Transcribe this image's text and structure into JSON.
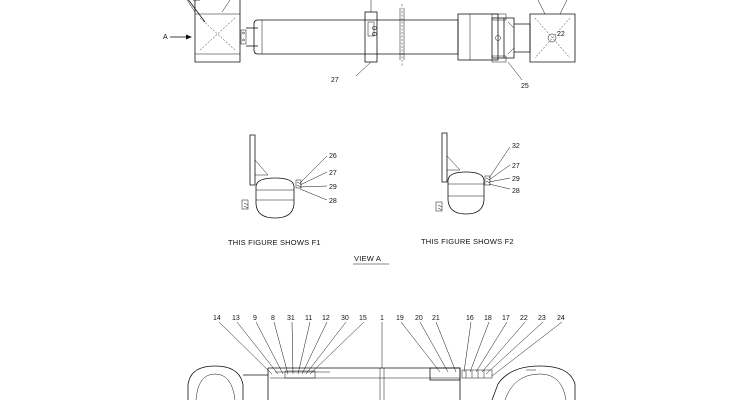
{
  "top_view": {
    "arrow_label": "A",
    "callouts": {
      "c22": "22",
      "c27": "27",
      "c25": "25"
    }
  },
  "view_a": {
    "f1_callouts": [
      "26",
      "27",
      "29",
      "28"
    ],
    "f2_callouts": [
      "32",
      "27",
      "29",
      "28"
    ],
    "caption_f1": "THIS FIGURE SHOWS   F1",
    "caption_f2": "THIS FIGURE SHOWS   F2",
    "title": "VIEW   A"
  },
  "section_view": {
    "callouts": [
      "14",
      "13",
      "9",
      "8",
      "31",
      "11",
      "12",
      "30",
      "15",
      "1",
      "19",
      "20",
      "21",
      "16",
      "18",
      "17",
      "22",
      "23",
      "24"
    ]
  },
  "colors": {
    "ink": "#111111",
    "paper": "#ffffff"
  }
}
